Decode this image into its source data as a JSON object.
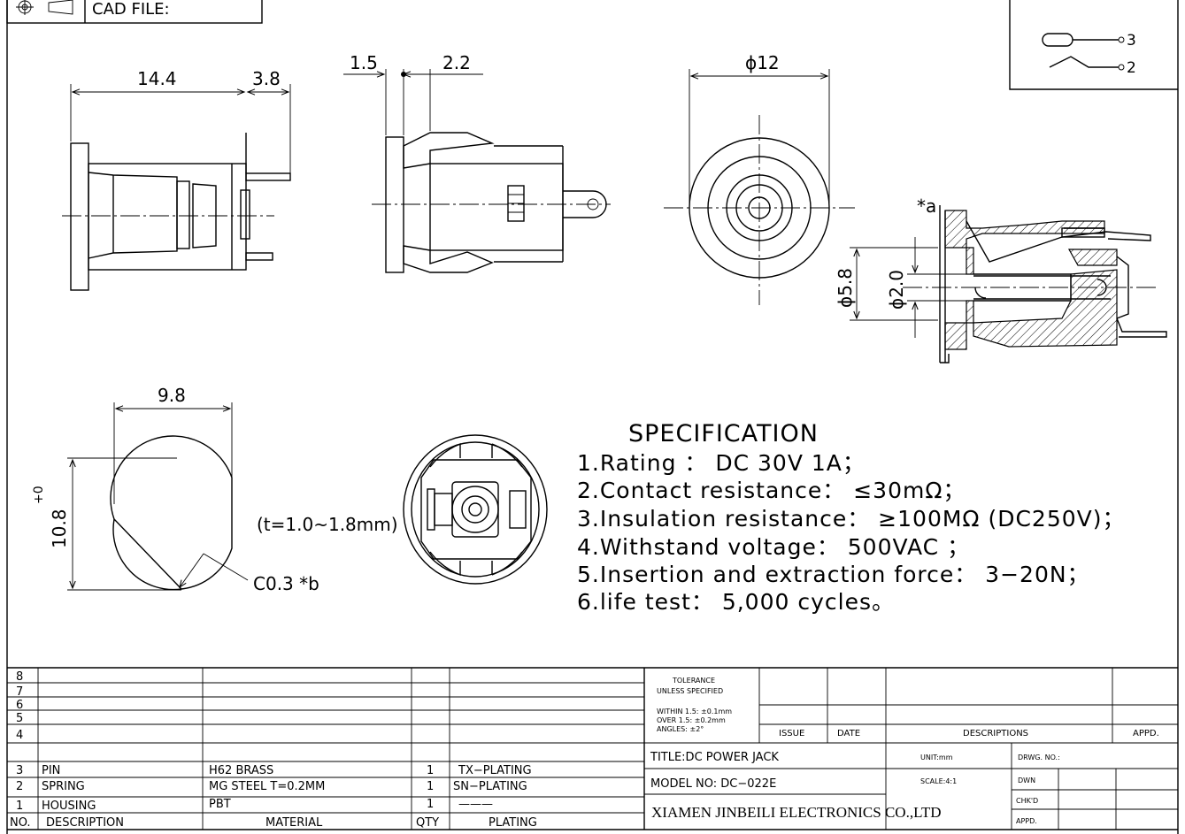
{
  "header": {
    "cad_label": "CAD FILE:"
  },
  "pin_schematic": {
    "pin_a": "3",
    "pin_b": "2"
  },
  "dimensions": {
    "side_length": "14.4",
    "side_pin": "3.8",
    "top_a": "1.5",
    "top_b": "2.2",
    "front_dia": "ϕ12",
    "section_outer": "ϕ5.8",
    "section_inner": "ϕ2.0",
    "section_ref": "*a",
    "cut_width": "9.8",
    "cut_height": "10.8",
    "cut_tol": "+0",
    "thickness": "(t=1.0~1.8mm)",
    "chamfer": "C0.3  *b"
  },
  "spec": {
    "title": "SPECIFICATION",
    "lines": [
      "1.Rating ： DC 30V 1A；",
      "2.Contact resistance： ≤30mΩ；",
      "3.Insulation resistance： ≥100MΩ (DC250V)；",
      "4.Withstand voltage： 500VAC ；",
      "5.Insertion and extraction force： 3−20N；",
      "6.life test： 5,000 cycles。"
    ]
  },
  "bom": {
    "headers": {
      "no": "NO.",
      "description": "DESCRIPTION",
      "material": "MATERIAL",
      "qty": "QTY",
      "plating": "PLATING"
    },
    "rows": [
      {
        "no": "8",
        "description": "",
        "material": "",
        "qty": "",
        "plating": ""
      },
      {
        "no": "7",
        "description": "",
        "material": "",
        "qty": "",
        "plating": ""
      },
      {
        "no": "6",
        "description": "",
        "material": "",
        "qty": "",
        "plating": ""
      },
      {
        "no": "5",
        "description": "",
        "material": "",
        "qty": "",
        "plating": ""
      },
      {
        "no": "4",
        "description": "",
        "material": "",
        "qty": "",
        "plating": ""
      },
      {
        "no": "3",
        "description": "PIN",
        "material": "H62 BRASS",
        "qty": "1",
        "plating": "TX−PLATING"
      },
      {
        "no": "2",
        "description": "SPRING",
        "material": "MG STEEL T=0.2MM",
        "qty": "1",
        "plating": "SN−PLATING"
      },
      {
        "no": "1",
        "description": "HOUSING",
        "material": "PBT",
        "qty": "1",
        "plating": "———"
      }
    ]
  },
  "title_block": {
    "tolerance_1": "TOLERANCE",
    "tolerance_2": "UNLESS SPECIFIED",
    "within": "WITHIN 1.5: ±0.1mm",
    "over": "OVER 1.5:  ±0.2mm",
    "angles": "ANGLES: ±2°",
    "issue": "ISSUE",
    "date": "DATE",
    "descriptions": "DESCRIPTIONS",
    "appd": "APPD.",
    "title": "TITLE:DC POWER JACK",
    "unit": "UNIT:mm",
    "drwg_no": "DRWG. NO.:",
    "model": "MODEL NO: DC−022E",
    "scale": "SCALE:4:1",
    "dwn": "DWN",
    "chkd": "CHK'D",
    "appd2": "APPD.",
    "company": "XIAMEN JINBEILI ELECTRONICS CO.,LTD"
  }
}
